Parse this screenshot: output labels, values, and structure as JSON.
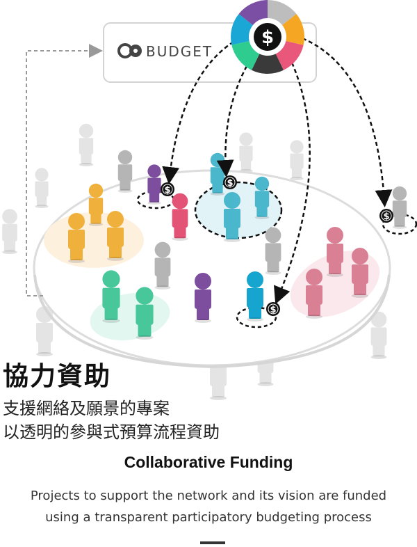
{
  "logo": {
    "badge_text": "CO",
    "word": "BUDGET"
  },
  "coin": {
    "symbol": "$",
    "ring_colors": [
      "#bdbdbd",
      "#f5a623",
      "#e9577a",
      "#3a3a3a",
      "#2ecc8f",
      "#1aa7d6",
      "#7b4fa3"
    ]
  },
  "colors": {
    "orange": "#f0b13c",
    "purple": "#7d4d9e",
    "pink": "#e35375",
    "teal": "#4ab7cc",
    "green": "#48c79a",
    "blue": "#16a5cf",
    "rose": "#d98095",
    "gray": "#b5b5b5",
    "light_gray": "#e4e4e4"
  },
  "heading_zh": "協力資助",
  "subtitle_zh_1": "支援網絡及願景的專案",
  "subtitle_zh_2": "以透明的參與式預算流程資助",
  "heading_en": "Collaborative Funding",
  "description_en_1": "Projects to support the network and its vision are funded",
  "description_en_2": "using a transparent participatory budgeting process"
}
